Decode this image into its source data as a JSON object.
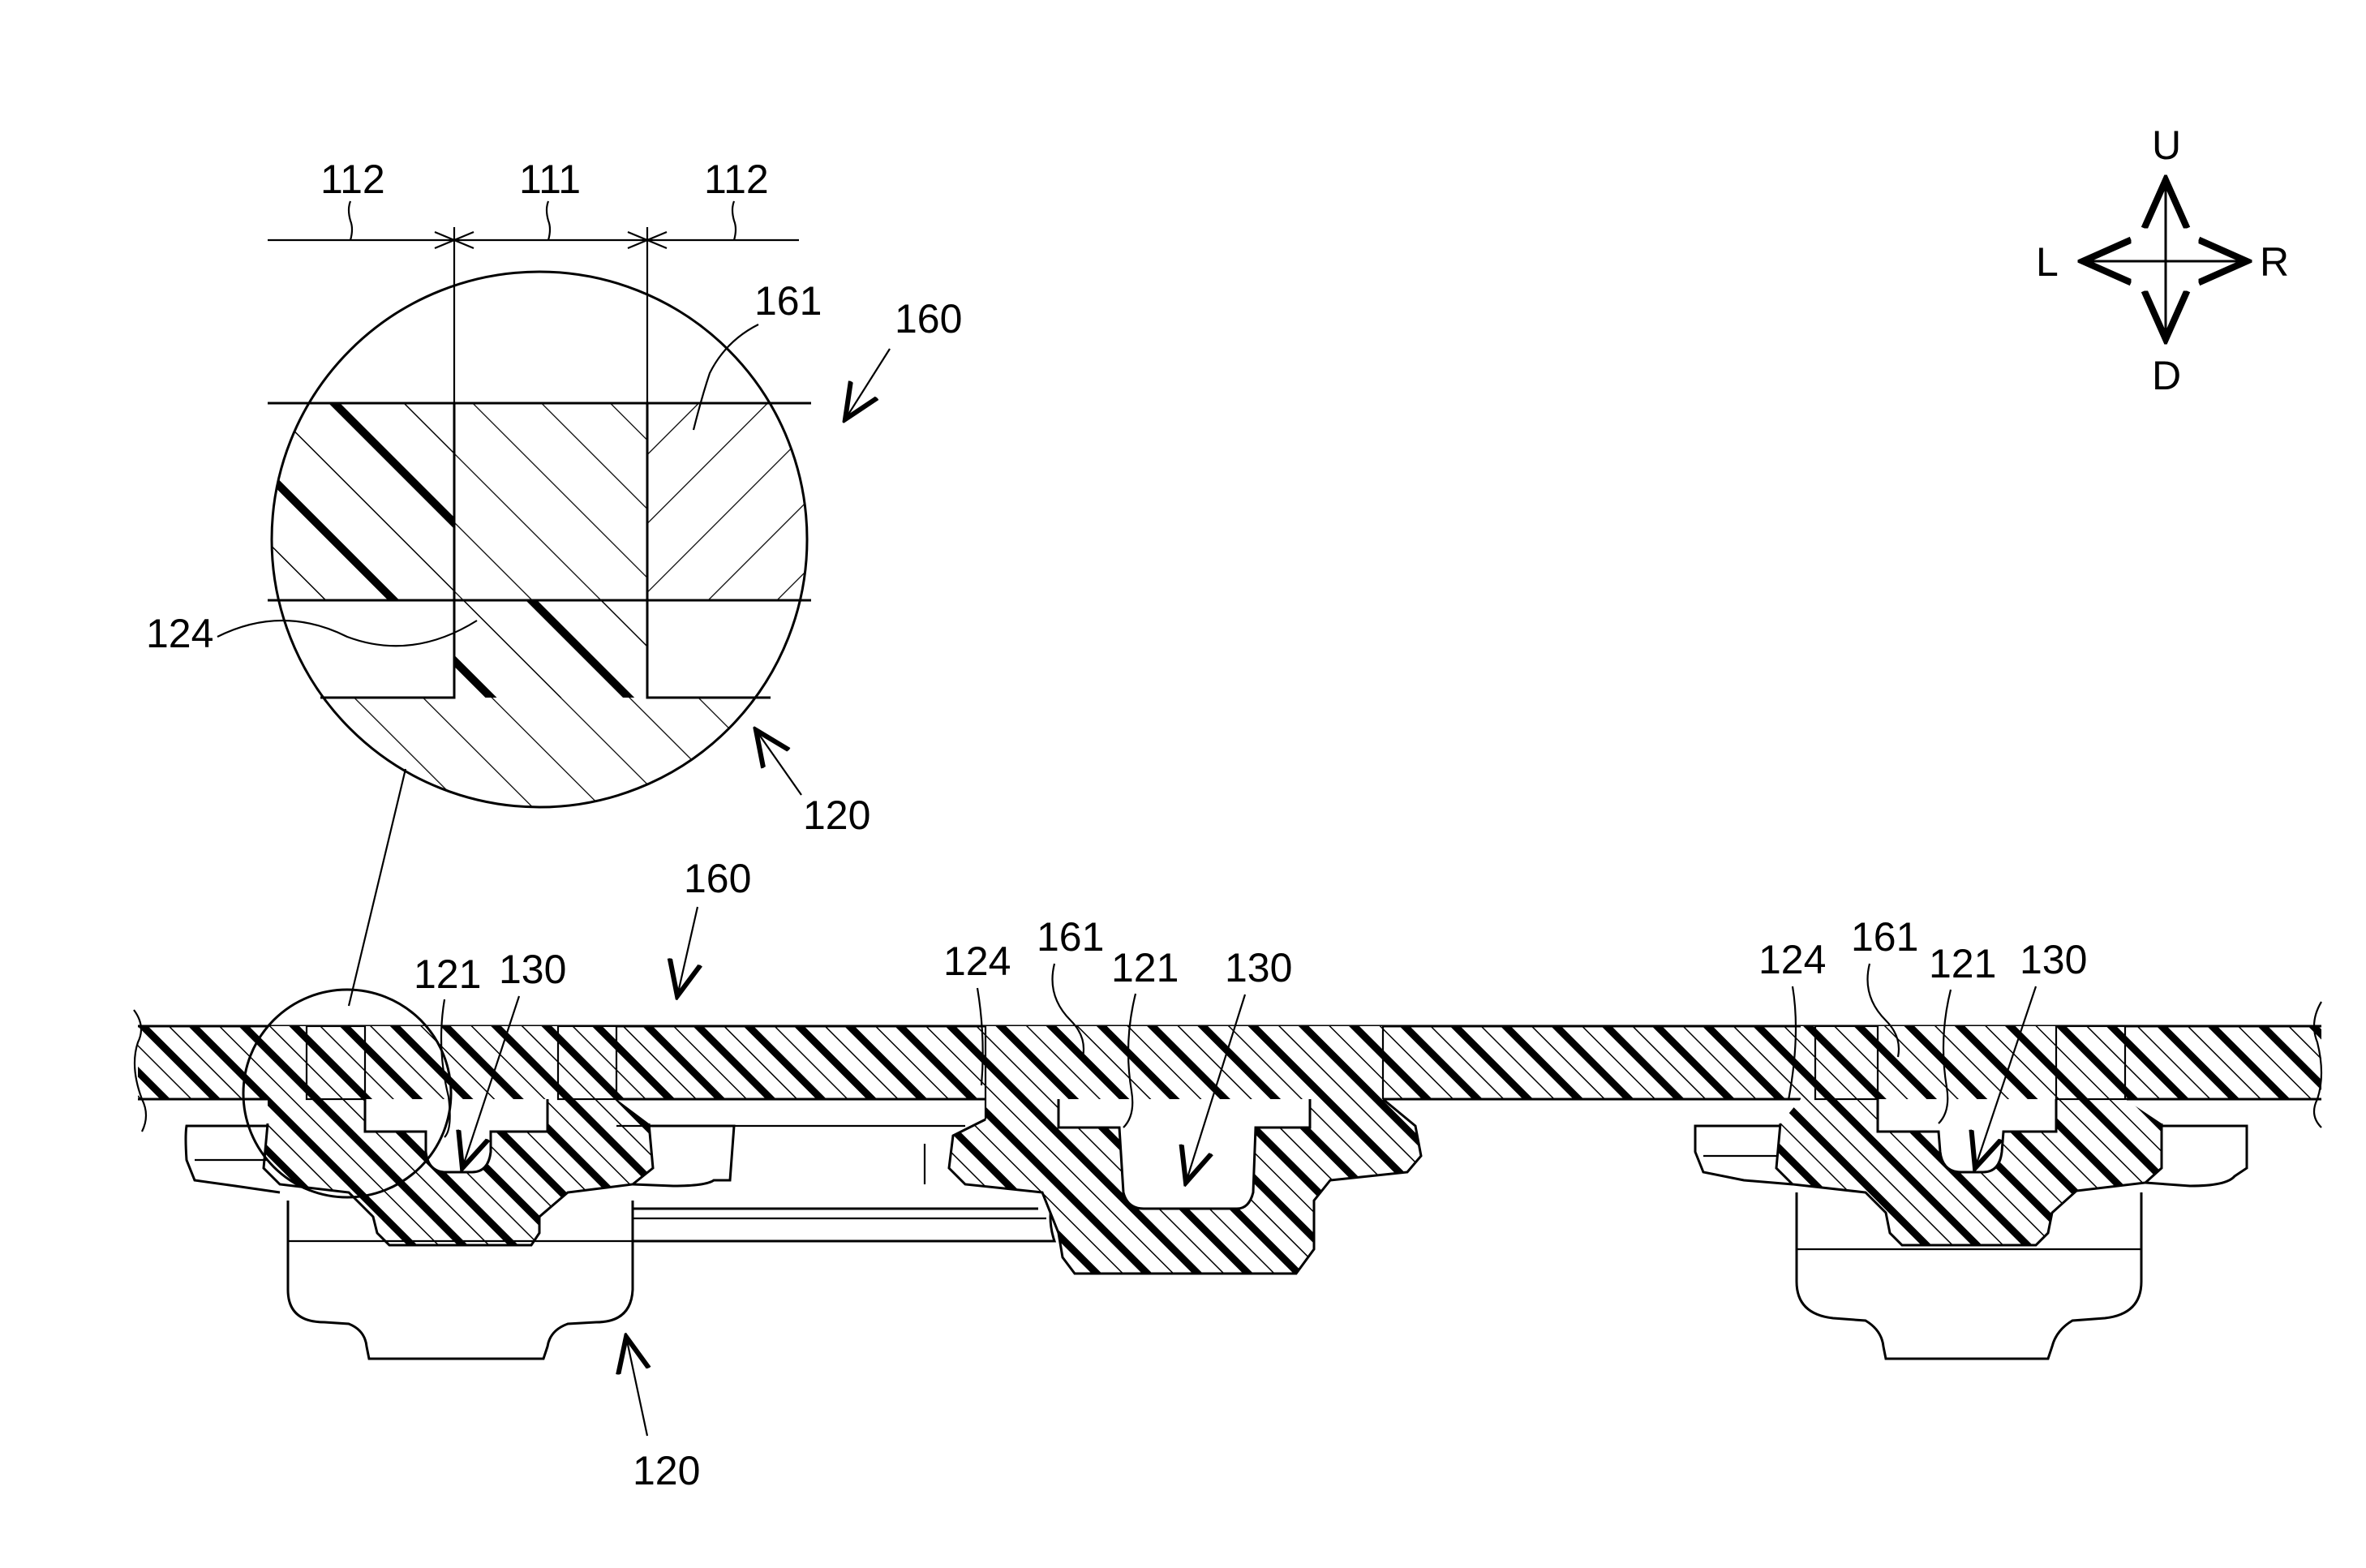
{
  "compass": {
    "up": "U",
    "down": "D",
    "left": "L",
    "right": "R"
  },
  "detail": {
    "dim_left": "112",
    "dim_center": "111",
    "dim_right": "112",
    "ref_161": "161",
    "ref_160": "160",
    "ref_124": "124",
    "ref_120": "120"
  },
  "main": {
    "ref_160": "160",
    "ref_120": "120",
    "left_unit": {
      "ref_121": "121",
      "ref_130": "130"
    },
    "middle_unit": {
      "ref_124": "124",
      "ref_161": "161",
      "ref_121": "121",
      "ref_130": "130"
    },
    "right_unit": {
      "ref_124": "124",
      "ref_161": "161",
      "ref_121": "121",
      "ref_130": "130"
    }
  }
}
